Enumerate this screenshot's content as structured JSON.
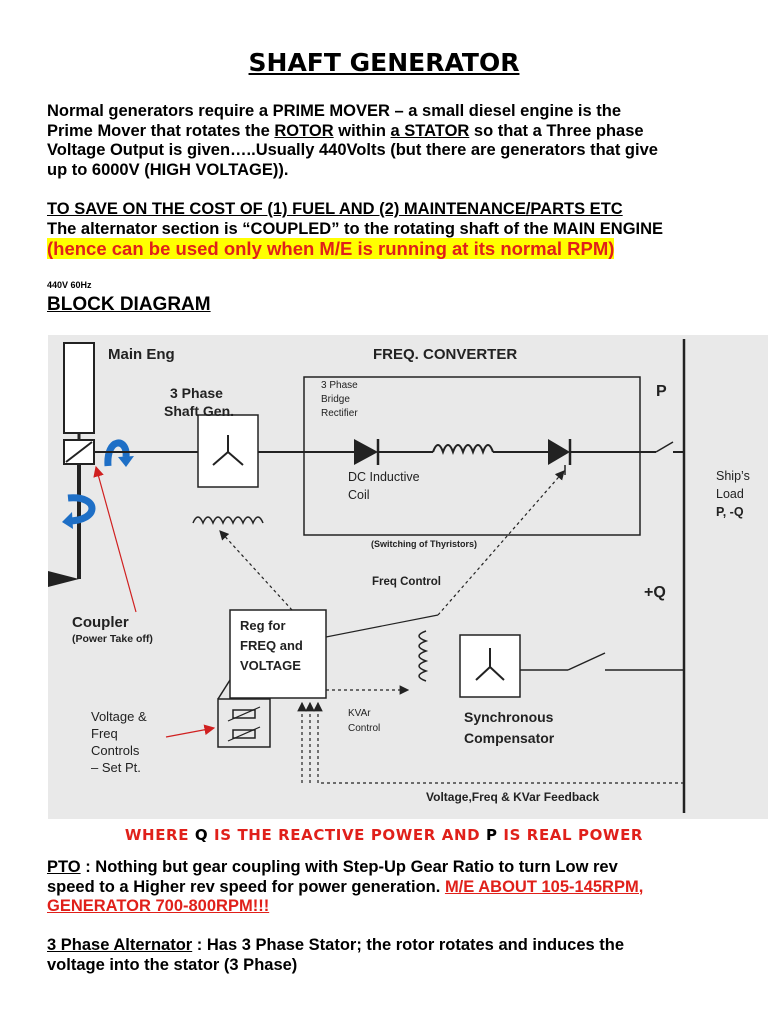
{
  "title": "SHAFT GENERATOR",
  "intro": {
    "t1": "Normal generators require a PRIME MOVER – a small diesel engine is the",
    "t2": "Prime Mover that rotates the ",
    "rotor": "ROTOR",
    "t3": " within ",
    "stator": "a STATOR",
    "t4": " so that a Three phase",
    "t5": "Voltage Output is given…..Usually 440Volts (but there are generators that give",
    "t6": "up to 6000V (HIGH VOLTAGE))."
  },
  "save": {
    "line1": "TO SAVE ON THE COST OF (1) FUEL AND (2) MAINTENANCE/PARTS ETC",
    "line2": "The alternator section is “COUPLED” to the rotating shaft of the MAIN ENGINE",
    "line3": "(hence can be used only when M/E is running at its normal RPM)"
  },
  "rating": "440V 60Hz",
  "block_heading": "BLOCK DIAGRAM",
  "diagram": {
    "main_eng": "Main Eng",
    "freq_converter": "FREQ. CONVERTER",
    "shaft_gen_1": "3 Phase",
    "shaft_gen_2": "Shaft Gen.",
    "rect_1": "3 Phase",
    "rect_2": "Bridge",
    "rect_3": "Rectifier",
    "dc_1": "DC Inductive",
    "dc_2": "Coil",
    "switching": "(Switching of Thyristors)",
    "freq_control": "Freq Control",
    "p_label": "P",
    "plus_q": "+Q",
    "ships_1": "Ship’s",
    "ships_2": "Load",
    "ships_3": "P, -Q",
    "coupler": "Coupler",
    "pto": "(Power Take off)",
    "reg_1": "Reg for",
    "reg_2": "FREQ and",
    "reg_3": "VOLTAGE",
    "vc_1": "Voltage &",
    "vc_2": "Freq",
    "vc_3": "Controls",
    "vc_4": "– Set Pt.",
    "kvar_1": "KVAr",
    "kvar_2": "Control",
    "sync_1": "Synchronous",
    "sync_2": "Compensator",
    "feedback": "Voltage,Freq & KVar Feedback"
  },
  "where": {
    "a": "WHERE ",
    "q": "Q",
    "b": " IS THE REACTIVE POWER AND ",
    "p": "P",
    "c": " IS REAL POWER"
  },
  "pto_para": {
    "label": "PTO",
    "t1": " : Nothing but gear coupling with Step-Up Gear Ratio to turn Low rev",
    "t2": "speed to a Higher rev speed for power generation.  ",
    "red1": "M/E ABOUT 105-145RPM,",
    "red2": "GENERATOR 700-800RPM!!!"
  },
  "alt_para": {
    "label": "3 Phase Alternator",
    "t1": " : Has 3 Phase Stator; the rotor rotates and induces the",
    "t2": "voltage into the stator (3 Phase)"
  },
  "colors": {
    "red": "#e0201a",
    "highlight": "#ffff00",
    "blue": "#1e6fc6",
    "diagram_bg": "#e9e9e9"
  }
}
